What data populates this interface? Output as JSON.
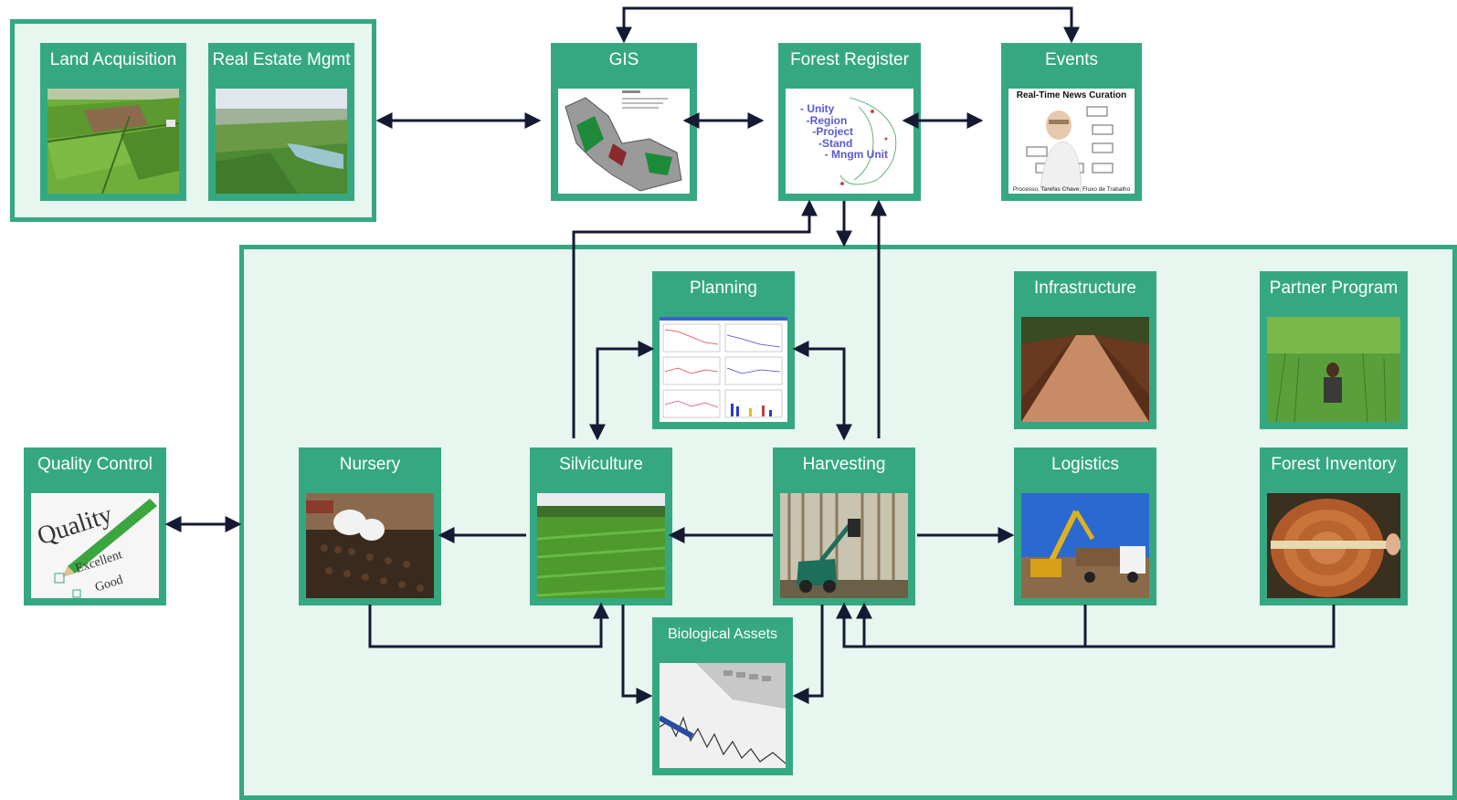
{
  "diagram": {
    "colors": {
      "node": "#35a882",
      "group_fill": "#e7f6ef",
      "arrow": "#151a33",
      "label": "#ffffff"
    },
    "nodes": {
      "land_acquisition": "Land Acquisition",
      "real_estate_mgmt": "Real Estate Mgmt",
      "gis": "GIS",
      "forest_register": "Forest Register",
      "events": "Events",
      "planning": "Planning",
      "infrastructure": "Infrastructure",
      "partner_program": "Partner Program",
      "quality_control": "Quality Control",
      "nursery": "Nursery",
      "silviculture": "Silviculture",
      "harvesting": "Harvesting",
      "logistics": "Logistics",
      "forest_inventory": "Forest Inventory",
      "biological_assets": "Biological Assets"
    },
    "forest_register_hierarchy": [
      "- Unity",
      "  -Region",
      "    -Project",
      "      -Stand",
      "        - Mngm Unit"
    ],
    "events_image": {
      "title": "Real-Time News Curation",
      "footer": "Processo, Tarefas Chave, Fluxo de Trabalho"
    },
    "quality_image": {
      "heading": "Quality",
      "option_1": "Excellent",
      "option_2": "Good"
    }
  }
}
